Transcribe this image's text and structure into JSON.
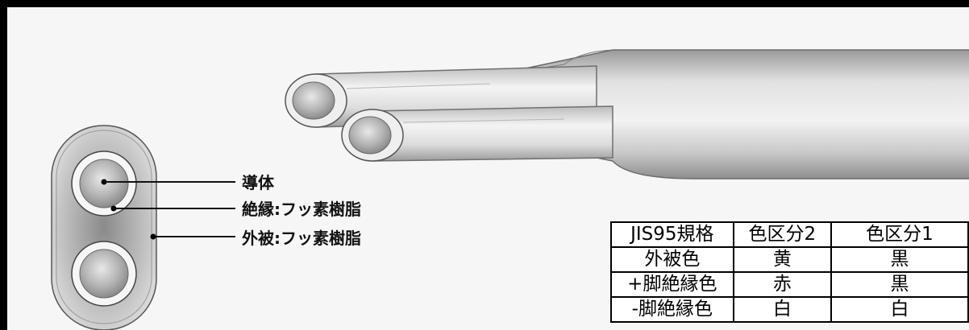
{
  "labels": {
    "conductor": "導体",
    "insulation": "絶縁:フッ素樹脂",
    "sheath": "外被:フッ素樹脂"
  },
  "table": {
    "headers": [
      "JIS95規格",
      "色区分2",
      "色区分1"
    ],
    "rows": [
      [
        "外被色",
        "黄",
        "黒"
      ],
      [
        "+脚絶縁色",
        "赤",
        "黒"
      ],
      [
        "-脚絶縁色",
        "白",
        "白"
      ]
    ]
  }
}
